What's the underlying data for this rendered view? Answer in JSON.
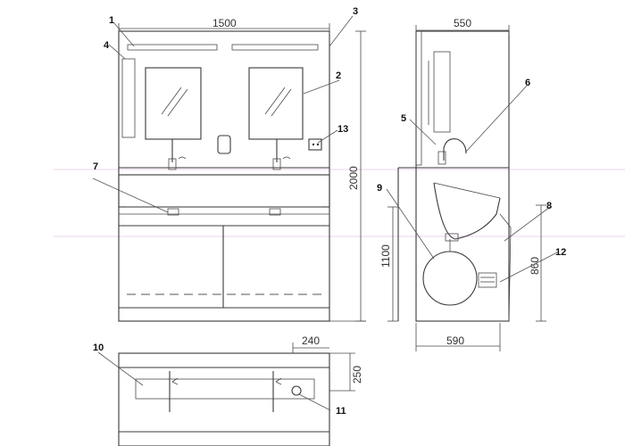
{
  "drawing": {
    "dimensions": {
      "front_width": "1500",
      "total_height": "2000",
      "side_depth": "550",
      "counter_height": "1100",
      "side_height": "860",
      "base_depth": "590",
      "plan_offset": "240",
      "plan_depth": "250"
    },
    "callouts": [
      "1",
      "2",
      "3",
      "4",
      "5",
      "6",
      "7",
      "8",
      "9",
      "10",
      "11",
      "12",
      "13"
    ]
  }
}
